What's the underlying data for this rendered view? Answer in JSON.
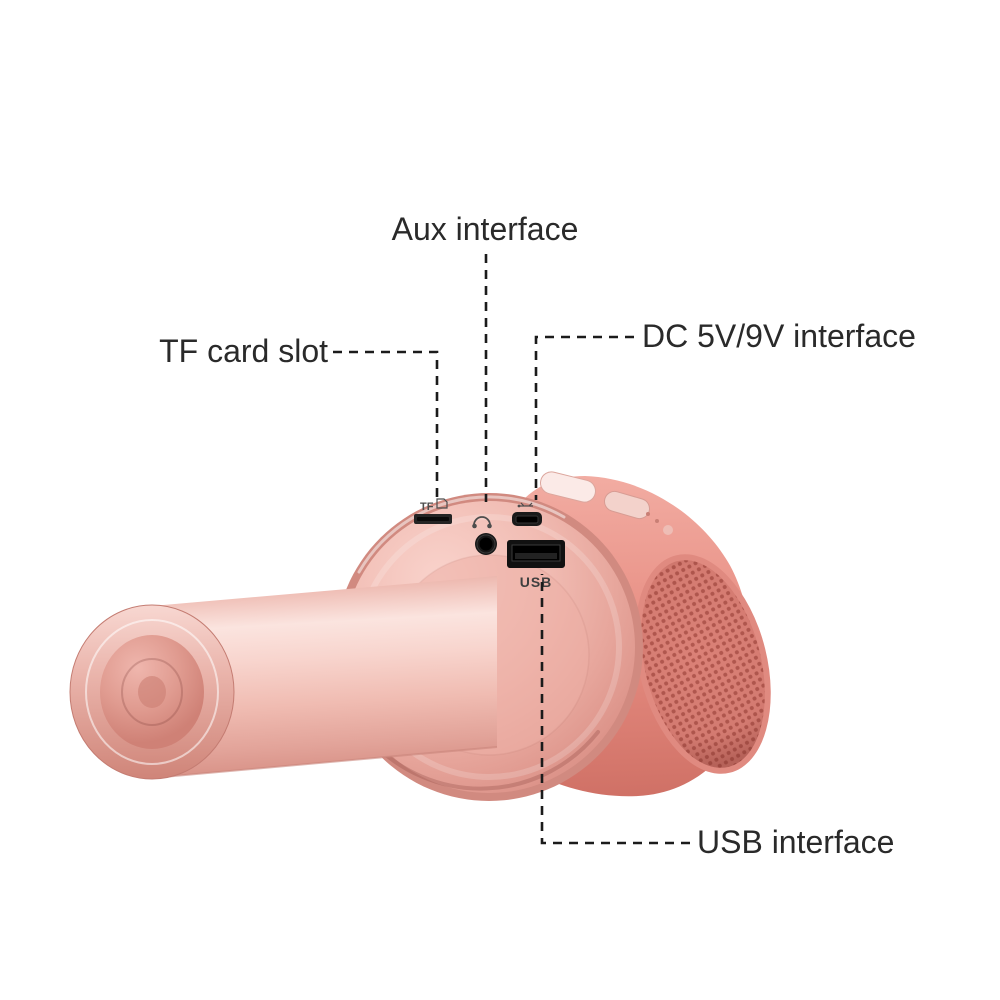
{
  "annotations": {
    "aux": {
      "label": "Aux interface"
    },
    "tf": {
      "label": "TF card slot"
    },
    "dc": {
      "label": "DC 5V/9V interface"
    },
    "usb": {
      "label": "USB interface"
    }
  },
  "port_markings": {
    "tf": "TF",
    "usb": "USB"
  },
  "icons": {
    "aux_port": "headphones-icon",
    "micro_usb_port": "usb-trident-icon",
    "tf_slot": "sd-card-icon"
  },
  "colors": {
    "background": "#ffffff",
    "label_text": "#2a2a2a",
    "callout_line": "#1b1b1b",
    "rose_gold_light": "#f8d5ce",
    "rose_gold_mid": "#eeb1a8",
    "rose_gold_deep": "#e08d82",
    "body_salmon": "#e48d82",
    "mesh_dark": "#b2584f",
    "port_black": "#141414"
  }
}
